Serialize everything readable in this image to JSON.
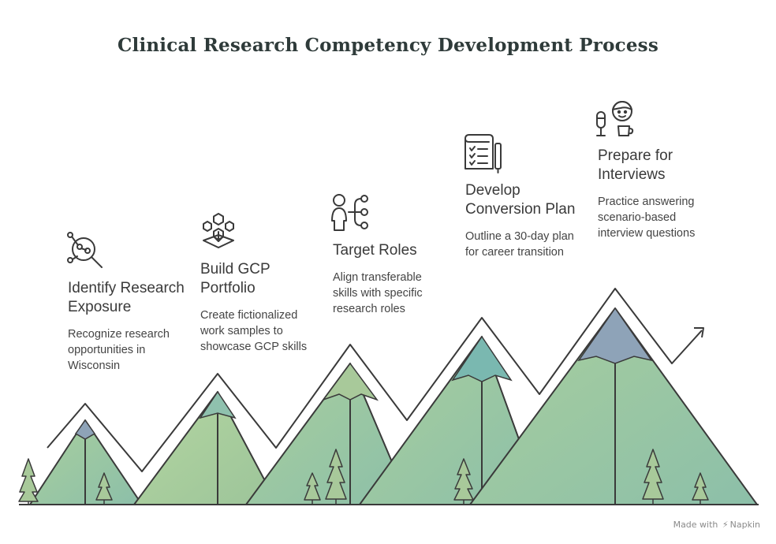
{
  "title": "Clinical Research Competency Development Process",
  "steps": [
    {
      "title": "Identify Research Exposure",
      "description": "Recognize research opportunities in Wisconsin",
      "icon": "magnifier-network-icon"
    },
    {
      "title": "Build GCP Portfolio",
      "description": "Create fictionalized work samples to showcase GCP skills",
      "icon": "hexagon-network-icon"
    },
    {
      "title": "Target Roles",
      "description": "Align transferable skills with specific research roles",
      "icon": "person-network-icon"
    },
    {
      "title": "Develop Conversion Plan",
      "description": "Outline a 30-day plan for career transition",
      "icon": "checklist-icon"
    },
    {
      "title": "Prepare for Interviews",
      "description": "Practice answering scenario-based interview questions",
      "icon": "interview-person-icon"
    }
  ],
  "footer": {
    "made_with": "Made with",
    "brand": "Napkin"
  },
  "colors": {
    "mountain_light": "#a8c99a",
    "mountain_teal": "#8fc1ae",
    "peak_blue": "#8ea3b8",
    "peak_teal": "#7ab8b0",
    "stroke": "#3a3a3a"
  }
}
